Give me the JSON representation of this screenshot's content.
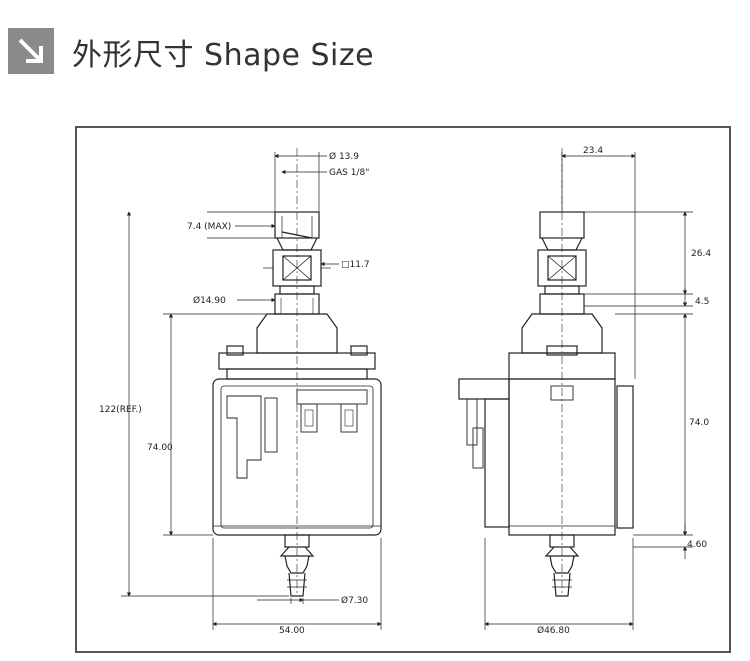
{
  "header": {
    "icon": "arrow-down-right-icon",
    "title": "外形尺寸 Shape Size"
  },
  "drawing": {
    "front_view": {
      "dim_inlet_diameter": "Ø 13.9",
      "dim_thread": "GAS 1/8\"",
      "dim_depth": "7.4 (MAX)",
      "dim_hex": "□11.7",
      "dim_neck_diameter": "Ø14.90",
      "dim_total_height": "122(REF.)",
      "dim_body_height": "74.00",
      "dim_outlet_diameter": "Ø7.30",
      "dim_width": "54.00"
    },
    "side_view": {
      "dim_offset": "23.4",
      "dim_inlet_height": "26.4",
      "dim_flange": "4.5",
      "dim_body_height": "74.0",
      "dim_base": "4.60",
      "dim_body_diameter": "Ø46.80"
    }
  }
}
